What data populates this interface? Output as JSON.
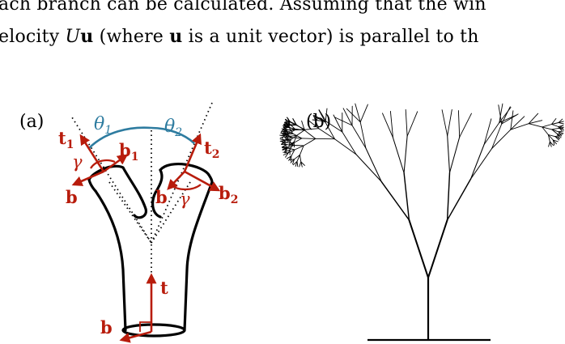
{
  "paragraph": {
    "line1": "ach branch can be calculated. Assuming that the win",
    "line2_pre": "elocity ",
    "line2_var": "U",
    "line2_vec": "u",
    "line2_mid": " (where ",
    "line2_vec2": "u",
    "line2_post": " is a unit vector) is parallel to th"
  },
  "figure": {
    "panel_a_label": "(a)",
    "panel_b_label": "(b)",
    "labels": {
      "theta1_sym": "θ",
      "theta1_sub": "1",
      "theta2_sym": "θ",
      "theta2_sub": "2",
      "t1": "t",
      "t1_sub": "1",
      "b1": "b",
      "b1_sub": "1",
      "gamma_left": "γ",
      "b_left": "b",
      "b_mid": "b",
      "gamma_right": "γ",
      "b2": "b",
      "b2_sub": "2",
      "t2": "t",
      "t2_sub": "2",
      "t_trunk": "t",
      "b_trunk": "b"
    },
    "colors": {
      "vector": "#b81c0c",
      "angle": "#2e7ca0",
      "outline": "#000000"
    }
  }
}
